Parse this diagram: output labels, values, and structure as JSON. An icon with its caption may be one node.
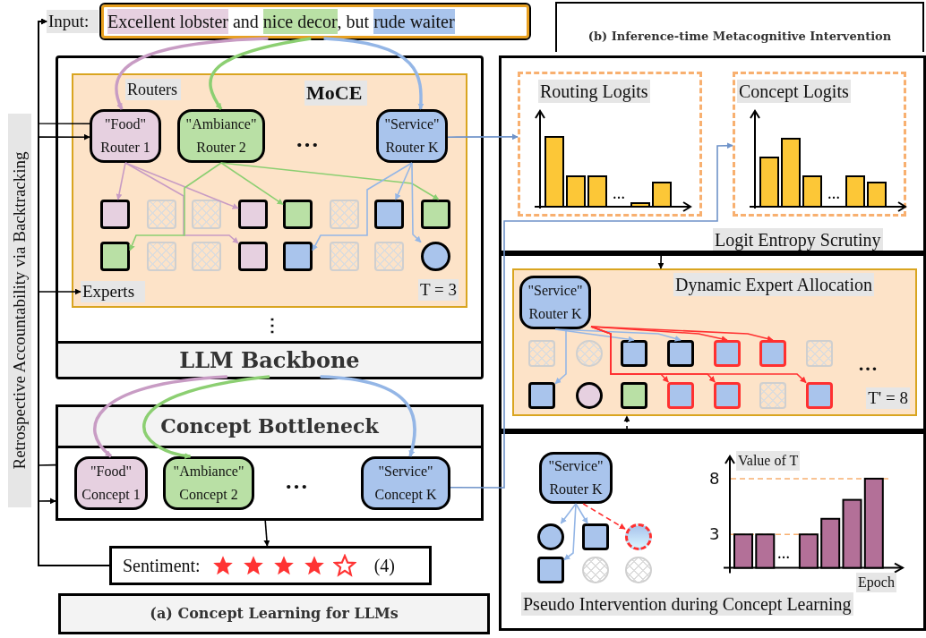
{
  "diagram": {
    "nodes": [
      {
        "text": [
          "Input:"
        ]
      },
      {
        "text": [
          "Excellent lobster",
          "and",
          "nice decor",
          ", but",
          "rude waiter"
        ]
      },
      {
        "text": [],
        "shape": "box"
      },
      {
        "text": [
          "T = 3"
        ],
        "in": 2
      },
      {
        "text": [
          "\"Food\"",
          "Router 1"
        ],
        "in": 3
      },
      {
        "text": [
          "\"Ambiance\"",
          "Router 2"
        ],
        "in": 3
      },
      {
        "text": [
          "\"Service\"",
          "Router K"
        ],
        "in": 3
      },
      {
        "text": [],
        "shape": "box",
        "in": 3
      },
      {
        "text": [],
        "shape": "box",
        "in": 3
      },
      {
        "text": [],
        "shape": "box",
        "in": 3
      },
      {
        "text": [],
        "shape": "box",
        "in": 3
      },
      {
        "text": [],
        "shape": "box",
        "in": 3
      },
      {
        "text": [],
        "shape": "box",
        "in": 3
      },
      {
        "text": [],
        "shape": "box",
        "in": 3
      },
      {
        "text": [],
        "shape": "box",
        "in": 3
      },
      {
        "text": [],
        "shape": "box",
        "in": 3
      },
      {
        "text": [],
        "shape": "box",
        "in": 3
      },
      {
        "text": [],
        "shape": "box",
        "in": 3
      },
      {
        "text": [],
        "shape": "box",
        "in": 3
      },
      {
        "text": [],
        "shape": "box",
        "in": 3
      },
      {
        "text": [],
        "shape": "box",
        "in": 3
      },
      {
        "text": [],
        "shape": "box",
        "in": 3
      },
      {
        "text": [],
        "shape": "circle",
        "in": 3
      },
      {
        "text": [
          "Experts"
        ],
        "in": 3
      },
      {
        "text": [
          "Concept Bottleneck"
        ]
      },
      {
        "text": [
          "\"Food\"",
          "Concept 1"
        ],
        "in": 24
      },
      {
        "text": [
          "\"Ambiance\"",
          "Concept 2"
        ],
        "in": 24
      },
      {
        "text": [
          "\"Service\"",
          "Concept K"
        ],
        "in": 24
      },
      {
        "text": [
          "Sentiment:",
          "(4)"
        ]
      },
      {
        "text": [
          "(a) Concept Learning for LLMs"
        ]
      },
      {
        "text": [
          "(b) Inference-time Metacognitive Intervention"
        ]
      },
      {
        "text": [
          "Logit Entropy Scrutiny"
        ]
      },
      {
        "text": [
          "Routing Logits"
        ],
        "in": 31
      },
      {
        "text": [
          "Concept Logits"
        ],
        "in": 31
      },
      {
        "text": [
          "Dynamic Expert Allocation",
          "T' = 8"
        ]
      },
      {
        "text": [
          "\"Service\"",
          "Router K"
        ],
        "in": 34
      },
      {
        "text": [],
        "shape": "box",
        "in": 34
      },
      {
        "text": [],
        "shape": "circle",
        "in": 34
      },
      {
        "text": [],
        "shape": "box",
        "in": 34
      },
      {
        "text": [],
        "shape": "box",
        "in": 34
      },
      {
        "text": [],
        "shape": "box",
        "in": 34
      },
      {
        "text": [],
        "shape": "box",
        "in": 34
      },
      {
        "text": [],
        "shape": "box",
        "in": 34
      },
      {
        "text": [],
        "shape": "box",
        "in": 34
      },
      {
        "text": [],
        "shape": "circle",
        "in": 34
      },
      {
        "text": [],
        "shape": "box",
        "in": 34
      },
      {
        "text": [],
        "shape": "box",
        "in": 34
      },
      {
        "text": [],
        "shape": "box",
        "in": 34
      },
      {
        "text": [],
        "shape": "box",
        "in": 34
      },
      {
        "text": [],
        "shape": "box",
        "in": 34
      },
      {
        "text": [
          "Pseudo Intervention during Concept Learning"
        ]
      },
      {
        "text": [
          "\"Service\"",
          "Router K"
        ],
        "in": 50
      },
      {
        "text": [],
        "shape": "circle",
        "in": 50
      },
      {
        "text": [],
        "shape": "box",
        "in": 50
      },
      {
        "text": [],
        "shape": "circle",
        "in": 50
      },
      {
        "text": [],
        "shape": "box",
        "in": 50
      },
      {
        "text": [],
        "shape": "circle",
        "in": 50
      },
      {
        "text": [],
        "shape": "circle",
        "in": 50
      },
      {
        "text": [
          "Routers"
        ],
        "in": 3
      },
      {
        "text": [
          "MoCE"
        ],
        "in": 3
      },
      {
        "text": [
          "LLM Backbone"
        ],
        "in": 2
      }
    ],
    "edges": [
      {
        "from": 1,
        "to": 4,
        "arrow": "to",
        "style": "thick",
        "color": "#c89cc4"
      },
      {
        "from": 1,
        "to": 5,
        "arrow": "to",
        "style": "thick",
        "color": "#8ccf72"
      },
      {
        "from": 1,
        "to": 6,
        "arrow": "to",
        "style": "thick"
      },
      {
        "from": 4,
        "to": 7,
        "arrow": "to",
        "color": "#c89cc4"
      },
      {
        "from": 4,
        "to": 10,
        "arrow": "to",
        "color": "#c89cc4"
      },
      {
        "from": 4,
        "to": 18,
        "arrow": "to",
        "color": "#c89cc4"
      },
      {
        "from": 5,
        "to": 15,
        "arrow": "to",
        "color": "#8ccf72"
      },
      {
        "from": 5,
        "to": 11,
        "arrow": "to",
        "color": "#8ccf72"
      },
      {
        "from": 5,
        "to": 14,
        "arrow": "to",
        "color": "#8ccf72"
      },
      {
        "from": 6,
        "to": 13,
        "arrow": "to"
      },
      {
        "from": 6,
        "to": 19,
        "arrow": "to"
      },
      {
        "from": 6,
        "to": 22,
        "arrow": "to"
      },
      {
        "from": 60,
        "to": 25,
        "arrow": "to",
        "style": "thick",
        "color": "#c89cc4"
      },
      {
        "from": 60,
        "to": 26,
        "arrow": "to",
        "style": "thick",
        "color": "#8ccf72"
      },
      {
        "from": 60,
        "to": 27,
        "arrow": "to",
        "style": "thick"
      },
      {
        "from": 24,
        "to": 28,
        "arrow": "to",
        "color": "#000000"
      },
      {
        "from": 28,
        "to": 24,
        "arrow": "to",
        "color": "#000000"
      },
      {
        "from": 28,
        "to": 23,
        "arrow": "to",
        "color": "#000000"
      },
      {
        "from": 28,
        "to": 4,
        "arrow": "to",
        "color": "#000000"
      },
      {
        "from": 28,
        "to": 0,
        "arrow": "to",
        "color": "#000000"
      },
      {
        "from": 4,
        "to": 0,
        "arrow": "to",
        "color": "#000000"
      },
      {
        "from": 24,
        "to": 0,
        "arrow": "to",
        "color": "#000000"
      },
      {
        "from": 6,
        "to": 32,
        "arrow": "to",
        "color": "#6f93c9"
      },
      {
        "from": 27,
        "to": 33,
        "arrow": "to",
        "color": "#6f93c9"
      },
      {
        "from": 31,
        "to": 34,
        "arrow": "to",
        "color": "#000000"
      },
      {
        "from": 50,
        "to": 34,
        "arrow": "to",
        "style": "dashed",
        "color": "#000000"
      },
      {
        "from": 35,
        "to": 38,
        "arrow": "to"
      },
      {
        "from": 35,
        "to": 39,
        "arrow": "to"
      },
      {
        "from": 35,
        "to": 43,
        "arrow": "to"
      },
      {
        "from": 35,
        "to": 40,
        "arrow": "to",
        "color": "#ff3030"
      },
      {
        "from": 35,
        "to": 41,
        "arrow": "to",
        "color": "#ff3030"
      },
      {
        "from": 35,
        "to": 46,
        "arrow": "to",
        "color": "#ff3030"
      },
      {
        "from": 35,
        "to": 47,
        "arrow": "to",
        "color": "#ff3030"
      },
      {
        "from": 35,
        "to": 49,
        "arrow": "to",
        "color": "#ff3030"
      },
      {
        "from": 51,
        "to": 52,
        "arrow": "to"
      },
      {
        "from": 51,
        "to": 53,
        "arrow": "to"
      },
      {
        "from": 51,
        "to": 55,
        "arrow": "to"
      },
      {
        "from": 51,
        "to": 54,
        "arrow": "to",
        "style": "dashed",
        "color": "#ff3030"
      }
    ],
    "labels": [
      "Retrospective Accountability via Backtracking",
      "…",
      "⋮",
      "…",
      "…",
      "…",
      "…",
      "…"
    ],
    "chart_data": {
      "type": "bar",
      "xlabel": "Epoch",
      "ylabel": "Value of T",
      "values": [
        3,
        3,
        null,
        3,
        4.4,
        6.1,
        8
      ],
      "ylim": [
        0,
        10
      ],
      "ref_lines": [
        {
          "value": 3,
          "axis": "y"
        },
        {
          "value": 8,
          "axis": "y"
        }
      ],
      "yticks": [
        3,
        8
      ]
    }
  }
}
